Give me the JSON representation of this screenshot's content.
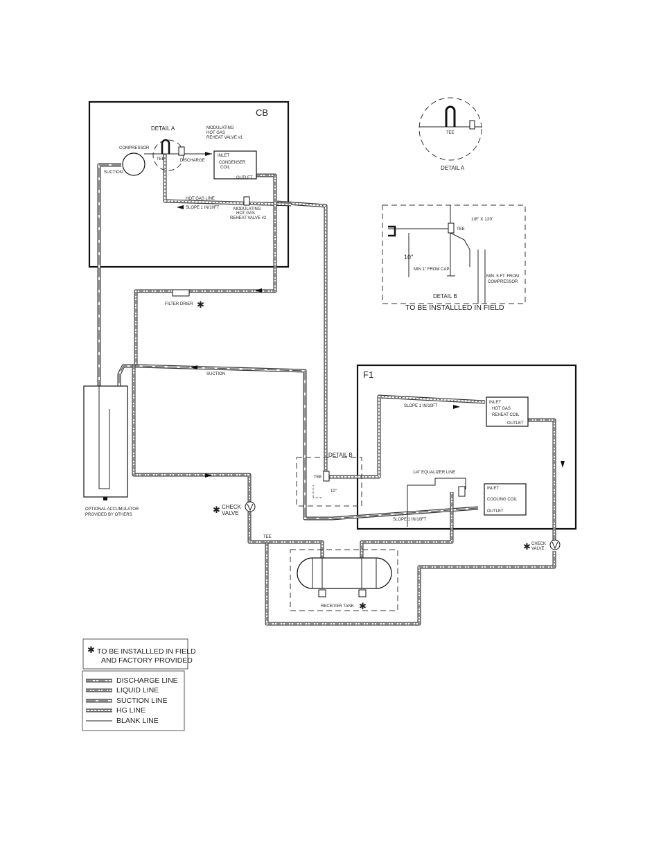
{
  "units": {
    "cb": {
      "label": "CB"
    },
    "f1": {
      "label": "F1"
    }
  },
  "labels": {
    "detail_a_small": "DETAIL A",
    "modulating_valve_1": [
      "MODULATING",
      "HOT GAS",
      "REHEAT VALVE #1"
    ],
    "compressor": "COMPRESSOR",
    "tee": "TEE",
    "discharge": "DISCHARGE",
    "suction": "SUCTION",
    "condenser_coil": [
      "INLET",
      "CONDENSER",
      "COIL"
    ],
    "outlet": "OUTLET",
    "hot_gas_line": "HOT GAS  LINE",
    "slope_cb": "SLOPE 1 IN/10FT",
    "modulating_valve_2": [
      "MODULATING",
      "HOT GAS",
      "REHEAT VALVE #2"
    ],
    "detail_a_title": "DETAIL A",
    "detail_b_dim_main": "1/8\" X 120'",
    "detail_b_10in": "10\"",
    "detail_b_min_cap": "MIN 1\" FROM CAP",
    "detail_b_min_comp": [
      "MIN. 5 FT. FROM",
      "COMPRESSOR"
    ],
    "detail_b_title": "DETAIL B",
    "detail_b_note": "TO BE INSTALLLED IN FIELD",
    "filter_drier": "FILTER DRIER",
    "suction_mid": "SUCTION",
    "accumulator": [
      "OPTIONAL ACCUMULATOR",
      "PROVIDED BY OTHERS"
    ],
    "slope_f1_top": "SLOPE 1 IN/10FT",
    "reheat_coil": [
      "INLET",
      "HOT GAS",
      "REHEAT COIL",
      "OUTLET"
    ],
    "detail_b_ref": "DETAIL B",
    "tee_mid": "TEE",
    "ten_in_small": "10\"",
    "equalizer": "1/4\" EQUALIZER LINE",
    "cooling_coil": [
      "INLET",
      "COOLING COIL",
      "OUTLET"
    ],
    "slope_f1_bottom": "SLOPE 1 IN/10FT",
    "check_valve_left": [
      "CHECK",
      "VALVE"
    ],
    "check_valve_right": [
      "CHECK",
      "VALVE"
    ],
    "tee_bottom": "TEE",
    "receiver_tank": "RECEIVER TANK"
  },
  "note_box": {
    "lines": [
      "TO BE INSTALLLED IN FIELD",
      "AND FACTORY PROVIDED"
    ]
  },
  "legend": {
    "items": [
      {
        "label": "DISCHARGE LINE",
        "style": "discharge"
      },
      {
        "label": "LIQUID LINE",
        "style": "liquid"
      },
      {
        "label": "SUCTION LINE",
        "style": "suction"
      },
      {
        "label": "HG LINE",
        "style": "hg"
      },
      {
        "label": "BLANK LINE",
        "style": "blank"
      }
    ]
  },
  "colors": {
    "line": "#222222",
    "background": "#ffffff"
  }
}
